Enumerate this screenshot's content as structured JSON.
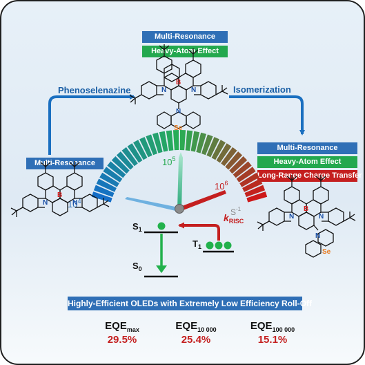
{
  "top_molecule": {
    "tags": [
      "Multi-Resonance",
      "Heavy-Atom Effect"
    ]
  },
  "left_molecule": {
    "tags": [
      "Multi-Resonance"
    ]
  },
  "right_molecule": {
    "tags": [
      "Multi-Resonance",
      "Heavy-Atom Effect",
      "Long-Range Charge Transfer"
    ]
  },
  "arrows": {
    "left_label": "Phenoselenazine",
    "right_label": "Isomerization"
  },
  "atoms": {
    "boron": "B",
    "nitrogen": "N",
    "selenium": "Se"
  },
  "gauge": {
    "label_low": "10",
    "label_low_exp": "4",
    "label_mid": "10",
    "label_mid_exp": "5",
    "label_high": "10",
    "label_high_exp": "6",
    "unit": "S",
    "unit_exp": "-1"
  },
  "energy_diagram": {
    "s1": "S",
    "s1_sub": "1",
    "s0": "S",
    "s0_sub": "0",
    "t1": "T",
    "t1_sub": "1",
    "krisc_k": "k",
    "krisc_sub": "RISC"
  },
  "banner": "Highly-Efficient OLEDs with Extremely Low Efficiency Roll-Off",
  "metrics": [
    {
      "label": "EQE",
      "sub": "max",
      "value": "29.5%"
    },
    {
      "label": "EQE",
      "sub": "10 000",
      "value": "25.4%"
    },
    {
      "label": "EQE",
      "sub": "100 000",
      "value": "15.1%"
    }
  ],
  "colors": {
    "tag_blue": "#2f6fb6",
    "tag_green": "#23a84e",
    "tag_red": "#c41f1f",
    "arrow_blue": "#1a6fc0",
    "value_red": "#c41f1f",
    "selenium_orange": "#e87a1e",
    "boron_red": "#d42020",
    "nitrogen_blue": "#1a4fa5"
  }
}
